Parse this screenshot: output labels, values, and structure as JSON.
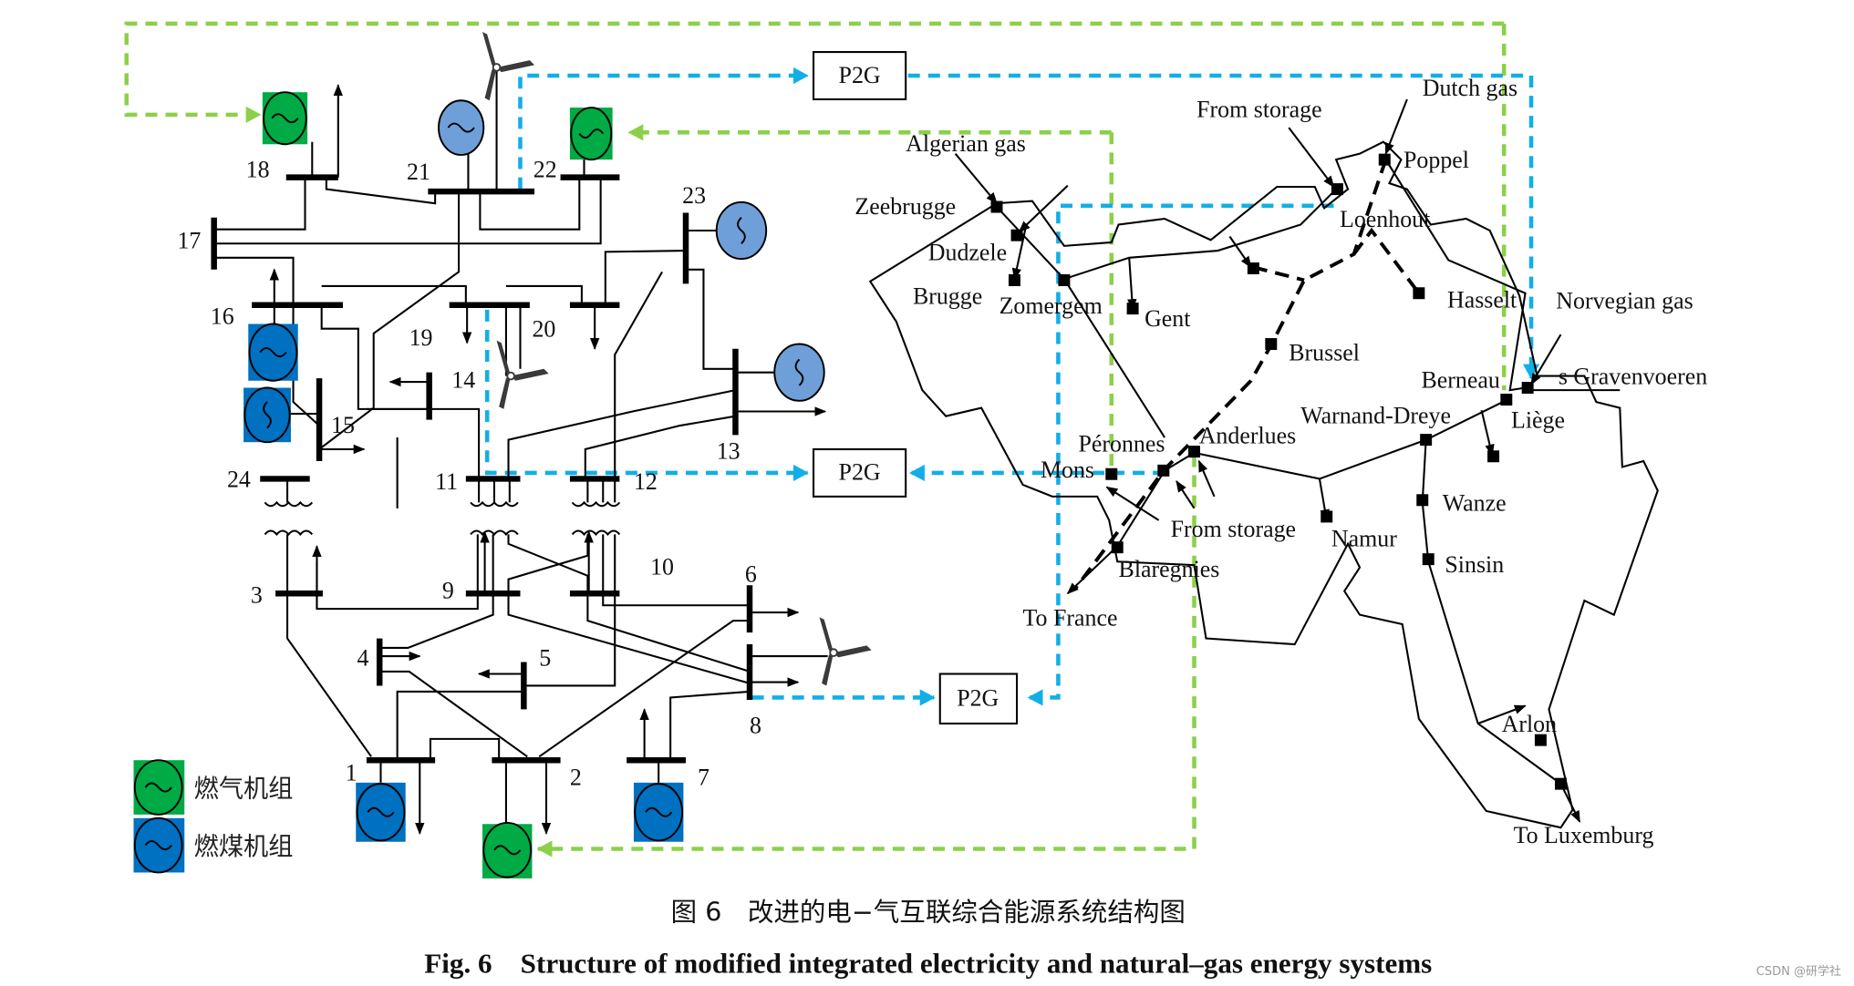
{
  "colors": {
    "gas_unit": "#00aa44",
    "coal_unit": "#0070c0",
    "gen_light": "#6f9fd8",
    "gas_link": "#8cd04a",
    "power_link": "#12aee8"
  },
  "electric": {
    "bus_labels": {
      "b1": "1",
      "b2": "2",
      "b3": "3",
      "b4": "4",
      "b5": "5",
      "b6": "6",
      "b7": "7",
      "b8": "8",
      "b9": "9",
      "b10": "10",
      "b11": "11",
      "b12": "12",
      "b13": "13",
      "b14": "14",
      "b15": "15",
      "b16": "16",
      "b17": "17",
      "b18": "18",
      "b19": "19",
      "b20": "20",
      "b21": "21",
      "b22": "22",
      "b23": "23",
      "b24": "24"
    },
    "p2g_label": "P2G"
  },
  "gas": {
    "nodes": {
      "zeebrugge": "Zeebrugge",
      "dudzele": "Dudzele",
      "brugge": "Brugge",
      "zomergem": "Zomergem",
      "gent": "Gent",
      "loenhout": "Loenhout",
      "poppel": "Poppel",
      "hasselt": "Hasselt",
      "brussel": "Brussel",
      "peronnes": "Péronnes",
      "mons": "Mons",
      "anderlues": "Anderlues",
      "blaregnies": "Blaregnies",
      "namur": "Namur",
      "warnand": "Warnand-Dreye",
      "berneau": "Berneau",
      "liege": "Liège",
      "gravenvoeren": "s Gravenvoeren",
      "wanze": "Wanze",
      "sinsin": "Sinsin",
      "arlon": "Arlon"
    },
    "sources": {
      "algerian": "Algerian gas",
      "from_storage_top": "From storage",
      "dutch": "Dutch gas",
      "norvegian": "Norvegian gas",
      "from_storage_bottom": "From storage",
      "to_france": "To France",
      "to_luxemburg": "To Luxemburg"
    }
  },
  "legend": {
    "gas_unit": "燃气机组",
    "coal_unit": "燃煤机组"
  },
  "caption": {
    "cn": "图 6　改进的电−气互联综合能源系统结构图",
    "en": "Fig. 6　Structure of modified integrated electricity and natural–gas energy systems"
  },
  "watermark": "CSDN @研学社"
}
